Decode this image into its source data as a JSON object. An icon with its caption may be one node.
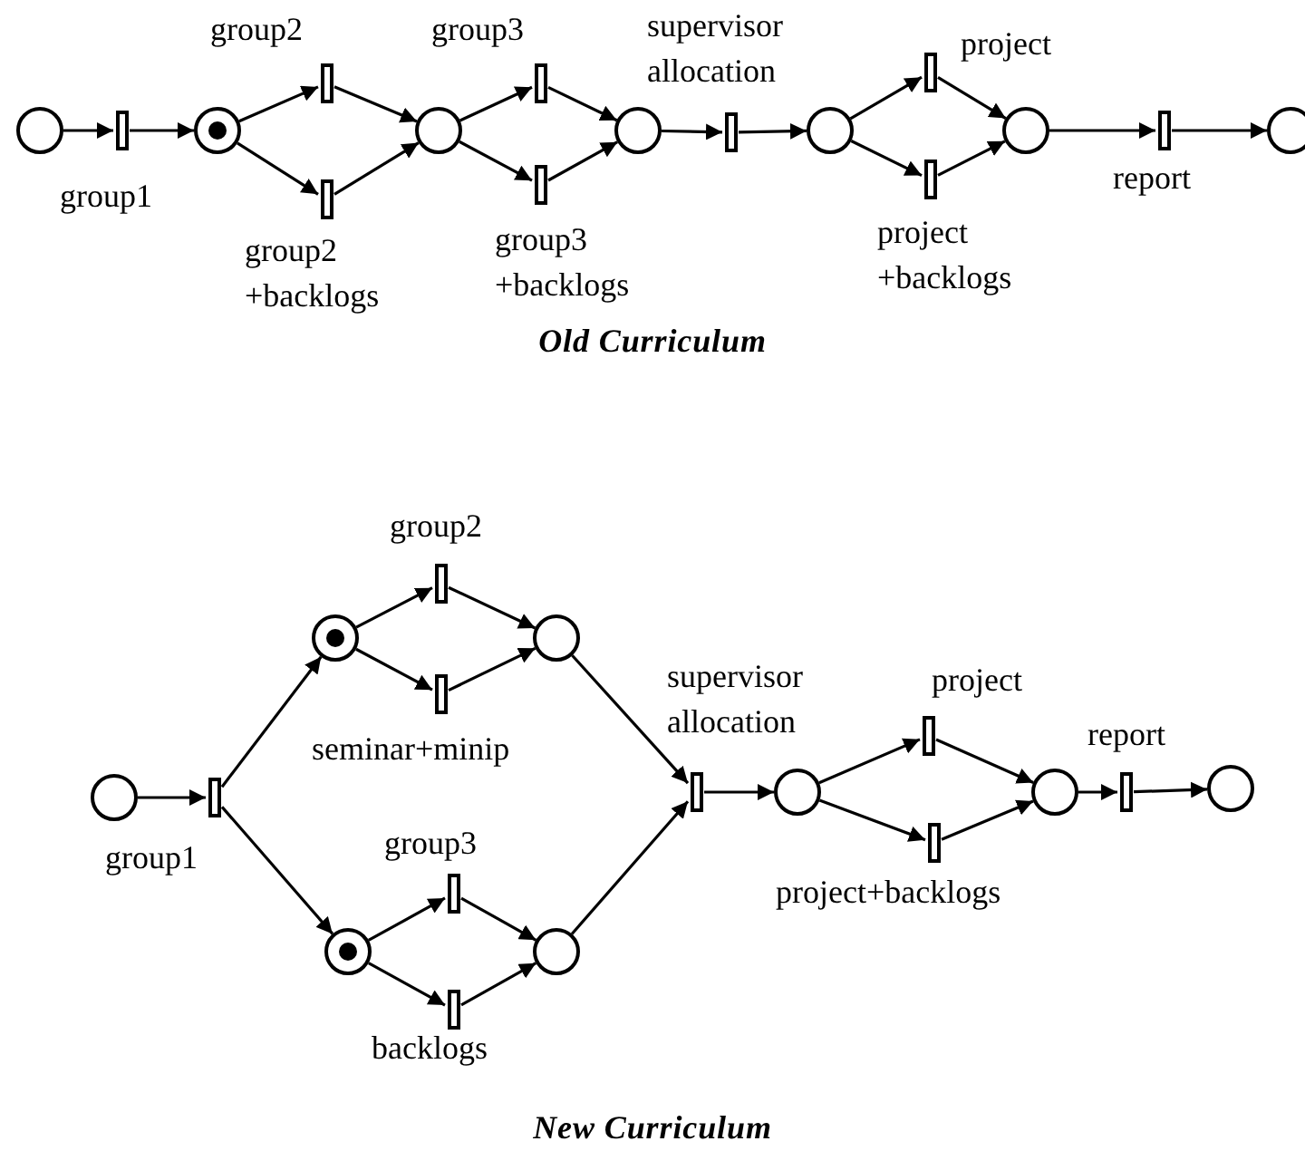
{
  "diagram": {
    "nodes": [
      {
        "text": [],
        "shape": "circle"
      },
      {
        "text": [],
        "shape": "bar",
        "beside": [
          "group1"
        ]
      },
      {
        "text": [],
        "shape": "circle"
      },
      {
        "text": [],
        "shape": "bar",
        "beside": [
          "group2"
        ]
      },
      {
        "text": [],
        "shape": "bar",
        "beside": [
          "group2 +backlogs"
        ]
      },
      {
        "text": [],
        "shape": "circle"
      },
      {
        "text": [],
        "shape": "bar",
        "beside": [
          "group3"
        ]
      },
      {
        "text": [],
        "shape": "bar",
        "beside": [
          "group3 +backlogs"
        ]
      },
      {
        "text": [],
        "shape": "circle"
      },
      {
        "text": [],
        "shape": "bar",
        "beside": [
          "supervisor allocation"
        ]
      },
      {
        "text": [],
        "shape": "circle"
      },
      {
        "text": [],
        "shape": "bar",
        "beside": [
          "project"
        ]
      },
      {
        "text": [],
        "shape": "bar",
        "beside": [
          "project +backlogs"
        ]
      },
      {
        "text": [],
        "shape": "circle"
      },
      {
        "text": [],
        "shape": "bar",
        "beside": [
          "report"
        ]
      },
      {
        "text": [],
        "shape": "circle"
      },
      {
        "text": [],
        "shape": "circle"
      },
      {
        "text": [],
        "shape": "bar",
        "beside": [
          "group1"
        ]
      },
      {
        "text": [],
        "shape": "circle"
      },
      {
        "text": [],
        "shape": "bar",
        "beside": [
          "group2"
        ]
      },
      {
        "text": [],
        "shape": "bar",
        "beside": [
          "seminar+minip"
        ]
      },
      {
        "text": [],
        "shape": "circle"
      },
      {
        "text": [],
        "shape": "circle"
      },
      {
        "text": [],
        "shape": "bar",
        "beside": [
          "group3"
        ]
      },
      {
        "text": [],
        "shape": "bar",
        "beside": [
          "backlogs"
        ]
      },
      {
        "text": [],
        "shape": "circle"
      },
      {
        "text": [],
        "shape": "bar",
        "beside": [
          "supervisor allocation"
        ]
      },
      {
        "text": [],
        "shape": "circle"
      },
      {
        "text": [],
        "shape": "bar",
        "beside": [
          "project"
        ]
      },
      {
        "text": [],
        "shape": "bar",
        "beside": [
          "project+backlogs"
        ]
      },
      {
        "text": [],
        "shape": "circle"
      },
      {
        "text": [],
        "shape": "bar",
        "beside": [
          "report"
        ]
      },
      {
        "text": [],
        "shape": "circle"
      }
    ],
    "edges": [
      {
        "from": 0,
        "to": 1,
        "arrow": "to"
      },
      {
        "from": 1,
        "to": 2,
        "arrow": "to"
      },
      {
        "from": 2,
        "to": 3,
        "arrow": "to"
      },
      {
        "from": 2,
        "to": 4,
        "arrow": "to"
      },
      {
        "from": 3,
        "to": 5,
        "arrow": "to"
      },
      {
        "from": 4,
        "to": 5,
        "arrow": "to"
      },
      {
        "from": 5,
        "to": 6,
        "arrow": "to"
      },
      {
        "from": 5,
        "to": 7,
        "arrow": "to"
      },
      {
        "from": 6,
        "to": 8,
        "arrow": "to"
      },
      {
        "from": 7,
        "to": 8,
        "arrow": "to"
      },
      {
        "from": 8,
        "to": 9,
        "arrow": "to"
      },
      {
        "from": 9,
        "to": 10,
        "arrow": "to"
      },
      {
        "from": 10,
        "to": 11,
        "arrow": "to"
      },
      {
        "from": 10,
        "to": 12,
        "arrow": "to"
      },
      {
        "from": 11,
        "to": 13,
        "arrow": "to"
      },
      {
        "from": 12,
        "to": 13,
        "arrow": "to"
      },
      {
        "from": 13,
        "to": 14,
        "arrow": "to"
      },
      {
        "from": 14,
        "to": 15,
        "arrow": "to"
      },
      {
        "from": 16,
        "to": 17,
        "arrow": "to"
      },
      {
        "from": 17,
        "to": 18,
        "arrow": "to"
      },
      {
        "from": 17,
        "to": 22,
        "arrow": "to"
      },
      {
        "from": 18,
        "to": 19,
        "arrow": "to"
      },
      {
        "from": 18,
        "to": 20,
        "arrow": "to"
      },
      {
        "from": 19,
        "to": 21,
        "arrow": "to"
      },
      {
        "from": 20,
        "to": 21,
        "arrow": "to"
      },
      {
        "from": 22,
        "to": 23,
        "arrow": "to"
      },
      {
        "from": 22,
        "to": 24,
        "arrow": "to"
      },
      {
        "from": 23,
        "to": 25,
        "arrow": "to"
      },
      {
        "from": 24,
        "to": 25,
        "arrow": "to"
      },
      {
        "from": 21,
        "to": 26,
        "arrow": "to"
      },
      {
        "from": 25,
        "to": 26,
        "arrow": "to"
      },
      {
        "from": 26,
        "to": 27,
        "arrow": "to"
      },
      {
        "from": 27,
        "to": 28,
        "arrow": "to"
      },
      {
        "from": 27,
        "to": 29,
        "arrow": "to"
      },
      {
        "from": 28,
        "to": 30,
        "arrow": "to"
      },
      {
        "from": 29,
        "to": 30,
        "arrow": "to"
      },
      {
        "from": 30,
        "to": 31,
        "arrow": "to"
      },
      {
        "from": 31,
        "to": 32,
        "arrow": "to"
      }
    ],
    "labels": [
      "Old Curriculum",
      "New Curriculum"
    ]
  }
}
